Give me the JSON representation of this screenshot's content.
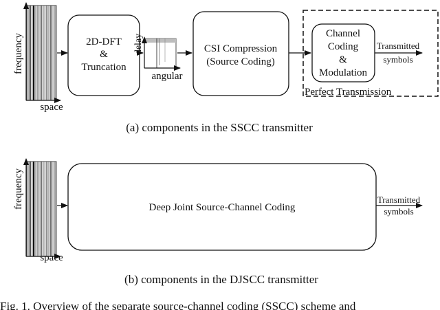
{
  "top": {
    "axis_frequency": "frequency",
    "axis_space": "space",
    "dft_box": {
      "line1": "2D-DFT",
      "line2": "&",
      "line3": "Truncation"
    },
    "axis_delay": "delay",
    "axis_angular": "angular",
    "csi_box": {
      "line1": "CSI Compression",
      "line2": "(Source Coding)"
    },
    "channel_box": {
      "line1": "Channel",
      "line2": "Coding",
      "line3": "&",
      "line4": "Modulation"
    },
    "output": {
      "line1": "Transmitted",
      "line2": "symbols"
    },
    "perfect_label": "Perfect Transmission",
    "caption": "(a)  components in the SSCC transmitter"
  },
  "bottom": {
    "axis_frequency": "frequency",
    "axis_space": "space",
    "djscc_box": "Deep Joint Source-Channel Coding",
    "output": {
      "line1": "Transmitted",
      "line2": "symbols"
    },
    "caption": "(b)  components in the DJSCC transmitter"
  },
  "figure_caption": "Fig. 1.  Overview of the separate source-channel coding (SSCC) scheme and"
}
